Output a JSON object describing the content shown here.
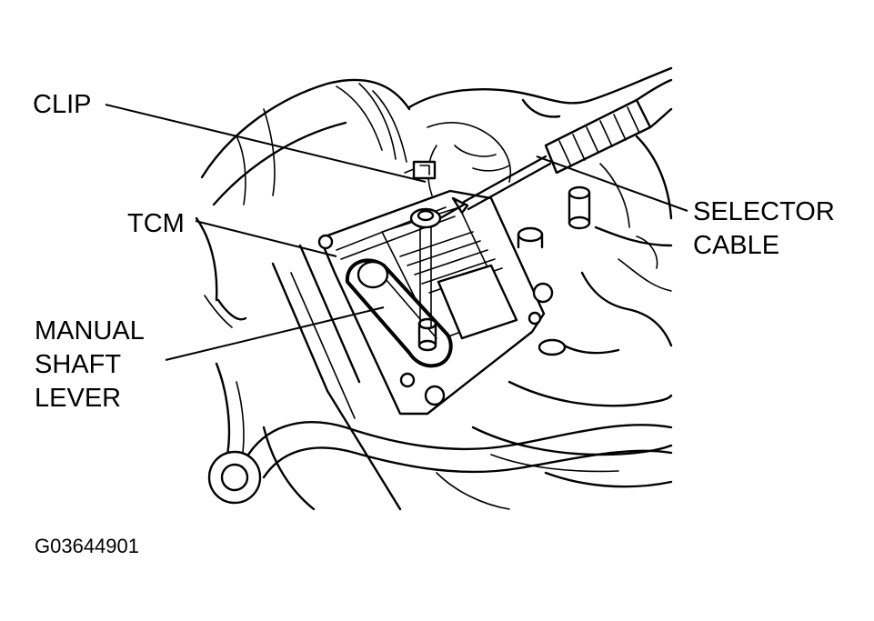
{
  "labels": {
    "clip": "CLIP",
    "tcm": "TCM",
    "manual_line1": "MANUAL",
    "manual_line2": "SHAFT",
    "manual_line3": "LEVER",
    "selector_line1": "SELECTOR",
    "selector_line2": "CABLE"
  },
  "figure_id": "G03644901",
  "colors": {
    "ink": "#000000",
    "paper": "#ffffff"
  }
}
